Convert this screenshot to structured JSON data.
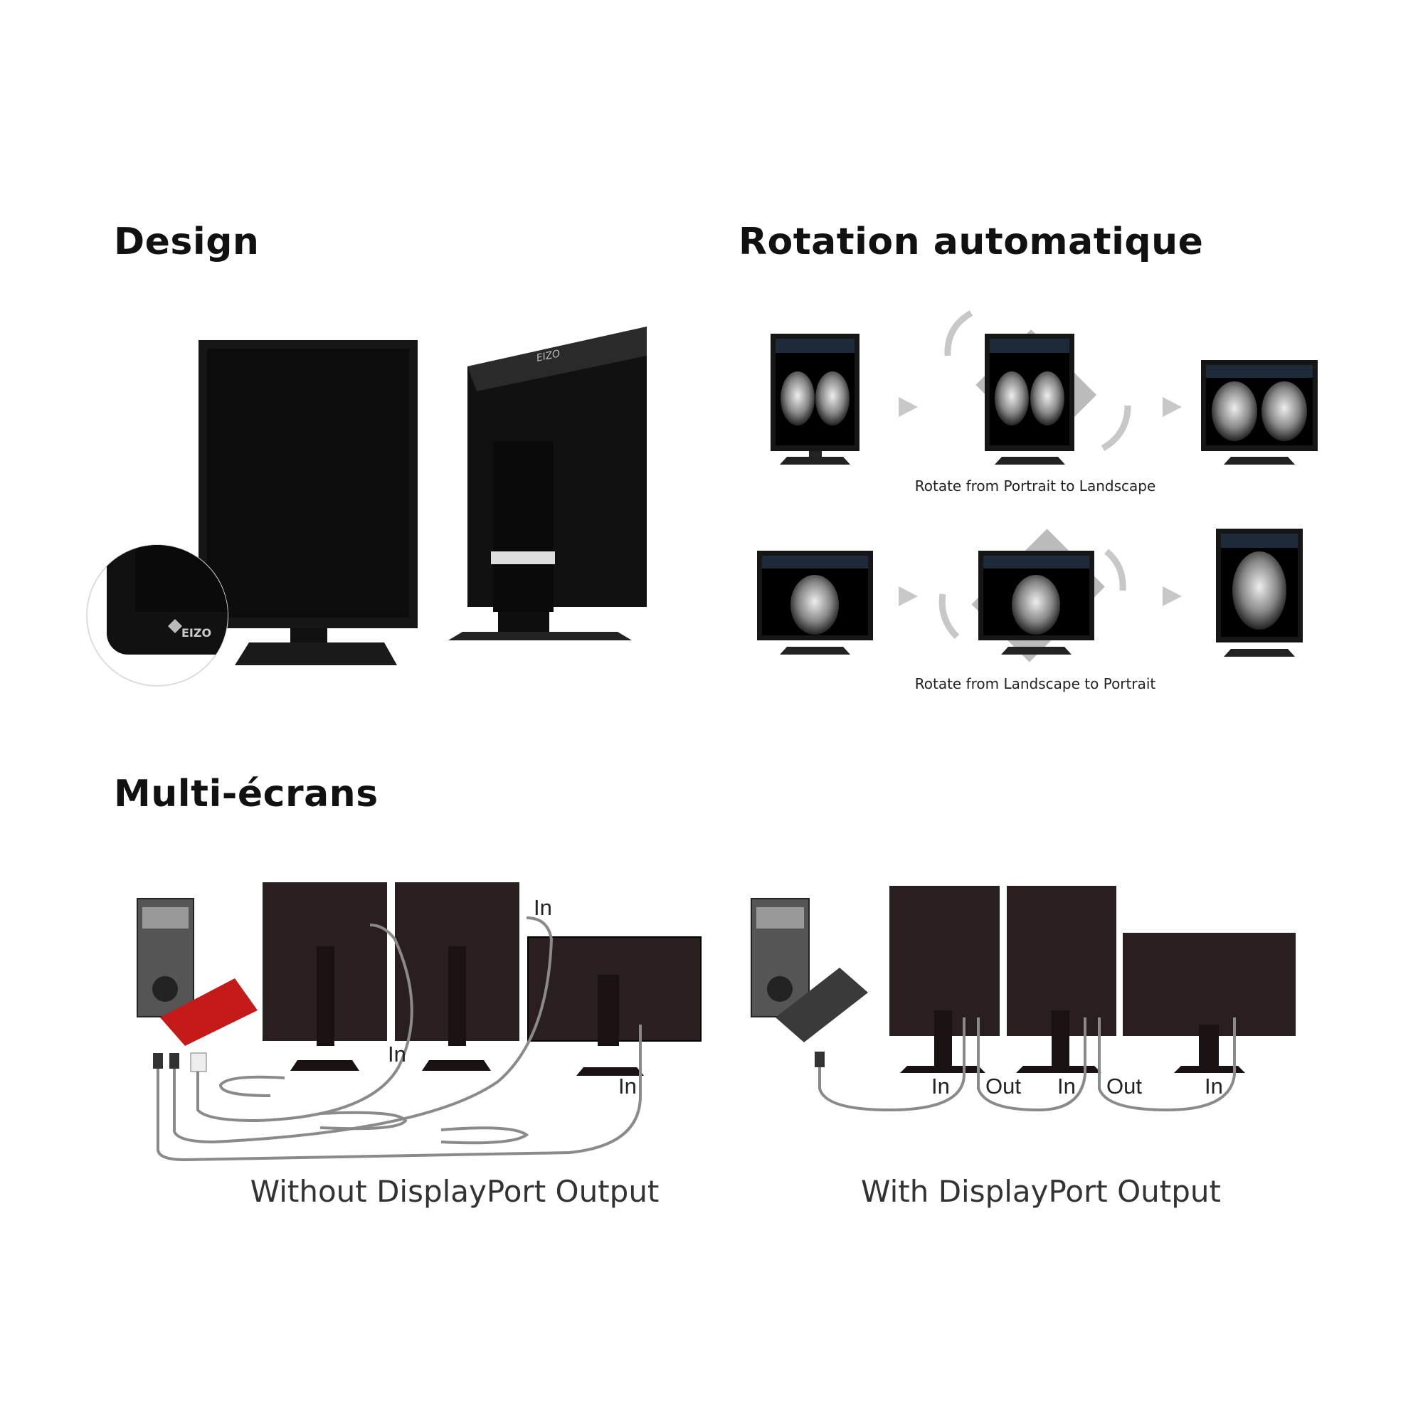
{
  "sections": {
    "design": {
      "title": "Design",
      "logo_text": "EIZO"
    },
    "rotation": {
      "title": "Rotation automatique",
      "caption_portrait_to_landscape": "Rotate from Portrait to Landscape",
      "caption_landscape_to_portrait": "Rotate from Landscape to Portrait"
    },
    "multi": {
      "title": "Multi-écrans",
      "without": {
        "caption": "Without DisplayPort Output",
        "labels": [
          "In",
          "In",
          "In"
        ]
      },
      "with": {
        "caption": "With DisplayPort Output",
        "labels": [
          "In",
          "Out",
          "In",
          "Out",
          "In"
        ]
      }
    }
  },
  "colors": {
    "monitor": "#141414",
    "diagram": "#2a1f1f",
    "cable": "#8a8a8a",
    "arrow": "#c8c8c8"
  }
}
